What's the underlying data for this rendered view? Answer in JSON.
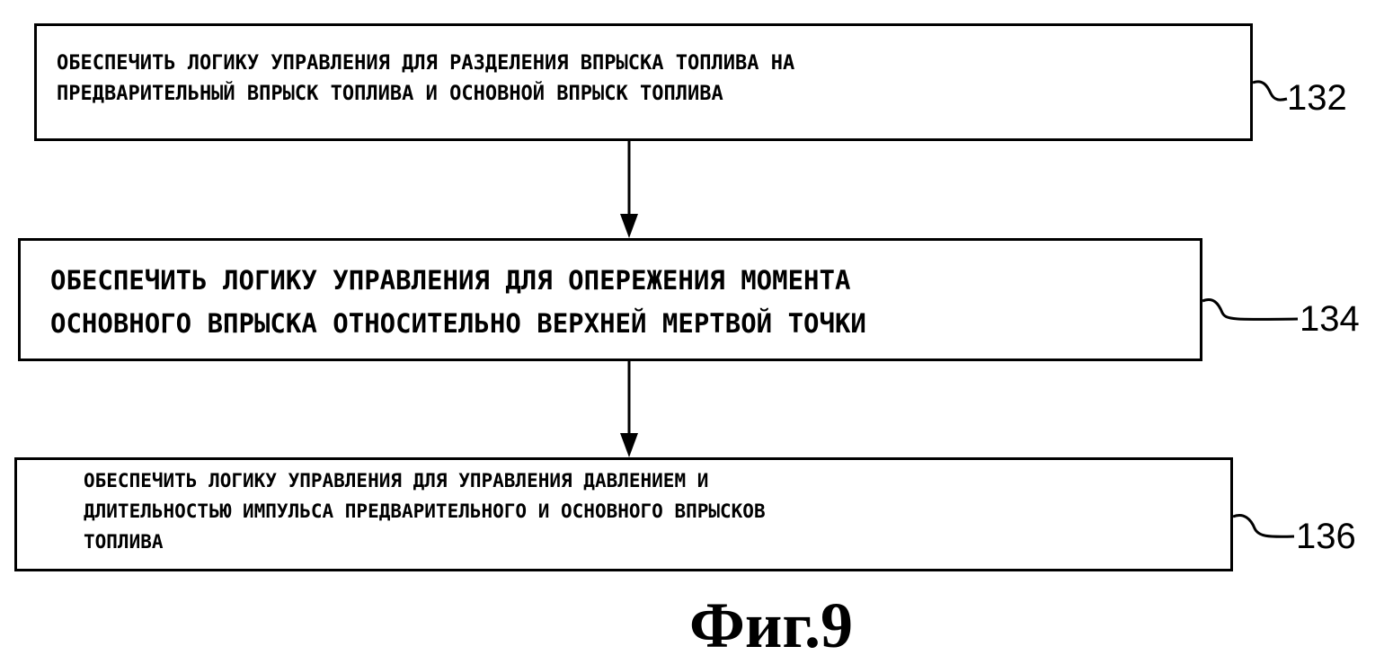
{
  "steps": [
    {
      "lines": [
        "ОБЕСПЕЧИТЬ ЛОГИКУ УПРАВЛЕНИЯ ДЛЯ РАЗДЕЛЕНИЯ ВПРЫСКА ТОПЛИВА НА",
        "ПРЕДВАРИТЕЛЬНЫЙ ВПРЫСК ТОПЛИВА И ОСНОВНОЙ ВПРЫСК ТОПЛИВА"
      ],
      "ref": "132"
    },
    {
      "lines": [
        "ОБЕСПЕЧИТЬ ЛОГИКУ УПРАВЛЕНИЯ ДЛЯ ОПЕРЕЖЕНИЯ МОМЕНТА",
        "ОСНОВНОГО ВПРЫСКА ОТНОСИТЕЛЬНО ВЕРХНЕЙ МЕРТВОЙ ТОЧКИ"
      ],
      "ref": "134"
    },
    {
      "lines": [
        "ОБЕСПЕЧИТЬ ЛОГИКУ УПРАВЛЕНИЯ ДЛЯ УПРАВЛЕНИЯ ДАВЛЕНИЕМ И",
        "ДЛИТЕЛЬНОСТЬЮ ИМПУЛЬСА ПРЕДВАРИТЕЛЬНОГО И ОСНОВНОГО ВПРЫСКОВ",
        "ТОПЛИВА"
      ],
      "ref": "136"
    }
  ],
  "figure_caption": "Фиг.9"
}
